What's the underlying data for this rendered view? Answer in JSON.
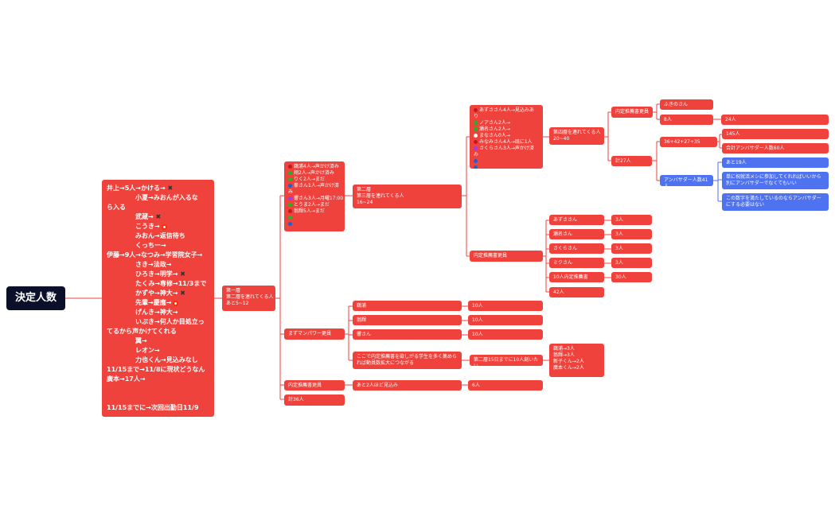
{
  "root": "決定人数",
  "left_notes": [
    {
      "t": "井上→5人→かける→",
      "m": "x"
    },
    {
      "t": "小夏→みおんが入るな",
      "indent": true
    },
    {
      "t": "ら入る"
    },
    {
      "t": "武蔵→",
      "m": "x",
      "indent": true
    },
    {
      "t": "こうき→",
      "m": "o",
      "indent": true
    },
    {
      "t": "みおん→返信待ち",
      "indent": true
    },
    {
      "t": "くっちー→",
      "indent": true
    },
    {
      "t": "伊藤→9人→なつみ→学習院女子→"
    },
    {
      "t": "さき→法政→",
      "indent": true
    },
    {
      "t": "ひろき→明学→",
      "m": "x",
      "indent": true
    },
    {
      "t": "たくみ→専修→11/3まで",
      "indent": true
    },
    {
      "t": "かずや→神大→",
      "m": "x",
      "indent": true
    },
    {
      "t": "先輩→慶應→",
      "m": "o",
      "indent": true
    },
    {
      "t": "げんき→神大→",
      "indent": true
    },
    {
      "t": "いぶき→何人か目処立っ",
      "indent": true
    },
    {
      "t": "てるから声かけてくれる"
    },
    {
      "t": "翼→",
      "indent": true
    },
    {
      "t": "レオン→",
      "indent": true
    },
    {
      "t": "力也くん→見込みなし",
      "indent": true
    },
    {
      "t": "11/15まで→11/8に現状どうなん"
    },
    {
      "t": "廣本→17人→"
    },
    {
      "t": ""
    },
    {
      "t": ""
    },
    {
      "t": "11/15までに→次回出勤日11/9"
    }
  ],
  "layer1": [
    "第一層",
    "第二層を連れてくる人",
    "あと5~12"
  ],
  "layer1_list": [
    {
      "dot": "red",
      "t": "鵜浦4人→声かけ済み"
    },
    {
      "dot": "green",
      "t": "翔2人→声かけ済み"
    },
    {
      "dot": "green",
      "t": "りく2人→まだ"
    },
    {
      "dot": "blue",
      "t": "拳さん1人→声かけ済"
    },
    {
      "t": "み"
    },
    {
      "dot": "purple",
      "t": "響さん3人→月曜17:00"
    },
    {
      "dot": "green",
      "t": "とうま2人→まだ"
    },
    {
      "dot": "red",
      "t": "翁輝5人→まだ"
    },
    {
      "dot": "green",
      "t": ""
    },
    {
      "dot": "blue",
      "t": ""
    }
  ],
  "layer2": [
    "第二層",
    "第三層を連れてくる人",
    "16~24"
  ],
  "layer2_list": [
    {
      "dot": "red",
      "t": "あずささん4人→見込みあ"
    },
    {
      "t": "り"
    },
    {
      "dot": "green",
      "t": "ノアさん2人→"
    },
    {
      "dot": "green",
      "t": "瀬名さん2人→"
    },
    {
      "dot": "white",
      "t": "まなさん0人→"
    },
    {
      "dot": "red",
      "t": "みなみさん4人→既に1人"
    },
    {
      "dot": "purple",
      "t": "さくらさん3人→声かけ済"
    },
    {
      "t": "み"
    },
    {
      "dot": "blue",
      "t": ""
    },
    {
      "dot": "blue",
      "t": ""
    }
  ],
  "layer4": [
    "第四層を連れてくる人",
    "20~40"
  ],
  "naitei_upper": "内定推薦書更員",
  "fukino": "ふきのさん",
  "eight": "8人",
  "n24": "24人",
  "kei27": "計27人",
  "formula": "36+42+27+35",
  "n145": "145人",
  "goukei_amba": "合計アンバサダー人数60人",
  "amba_count": "アンバサダー人数41人",
  "ato19": "あと19人",
  "note_amba1": "単に祝就活メシに参加してくれればいいから別にアンバサダーでなくてもいい",
  "note_amba2": "この数字を満たしているのならアンバサダーにする必要はない",
  "naitei_mid": "内定推薦書更員",
  "people": [
    {
      "name": "あずささん",
      "n": "3人"
    },
    {
      "name": "瀬名さん",
      "n": "3人"
    },
    {
      "name": "さくらさん",
      "n": "3人"
    },
    {
      "name": "ミクさん",
      "n": "3人"
    },
    {
      "name": "10人内定推薦書",
      "n": "30人"
    }
  ],
  "n42": "42人",
  "manpower": "まずマンパワー更員",
  "mp_items": [
    {
      "name": "鵜浦",
      "n": "10人"
    },
    {
      "name": "翁輝",
      "n": "10人"
    },
    {
      "name": "響さん",
      "n": "10人"
    }
  ],
  "mp_note": "ここで内定推薦書を欲しがる学生を多く集められば動員数拡大につながる",
  "mp_note_child": "第二層15日までに10人創いたい",
  "mp_note_grand": [
    "鵜浦→3人",
    "翁輝→3人",
    "新子くん→2人",
    "廣本くん→2人"
  ],
  "naitei_low": "内定推薦書更員",
  "ato2": "あと2人ほど見込み",
  "n6": "6人",
  "kei36": "計36人"
}
